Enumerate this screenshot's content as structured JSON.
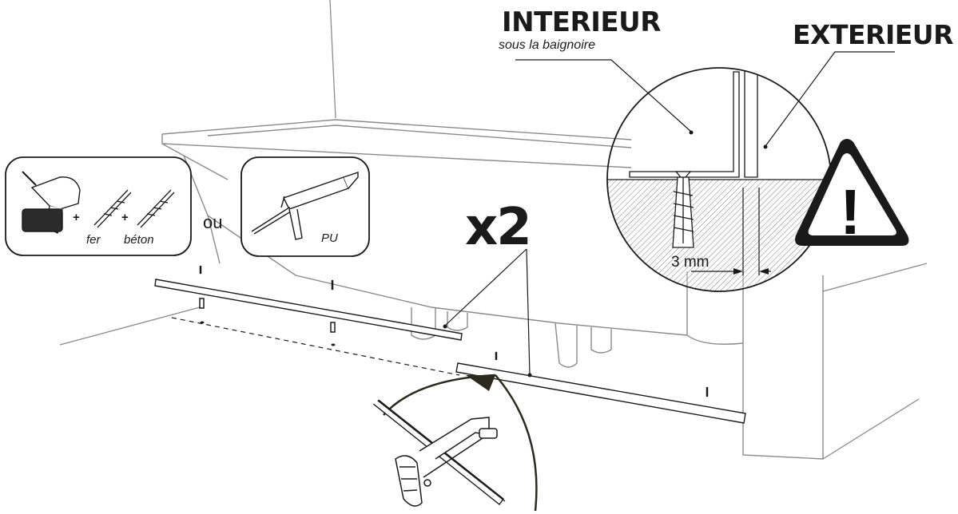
{
  "labels": {
    "interieur": "INTERIEUR",
    "interieur_sub": "sous la baignoire",
    "exterieur": "EXTERIEUR",
    "quantity": "x2",
    "or": "ou",
    "drill_bit_metal": "fer",
    "drill_bit_concrete": "béton",
    "sealant": "PU",
    "gap": "3 mm",
    "plus": "+",
    "warning_mark": "!"
  },
  "icons": [
    "cordless-drill-icon",
    "drill-bit-icon",
    "caulking-gun-icon",
    "hacksaw-icon",
    "warning-triangle-icon",
    "wall-plug-icon",
    "screw-icon"
  ],
  "colors": {
    "line": "#1a1a1a",
    "light_line": "#9a9a9a",
    "dark_accent": "#2a2a1e"
  }
}
